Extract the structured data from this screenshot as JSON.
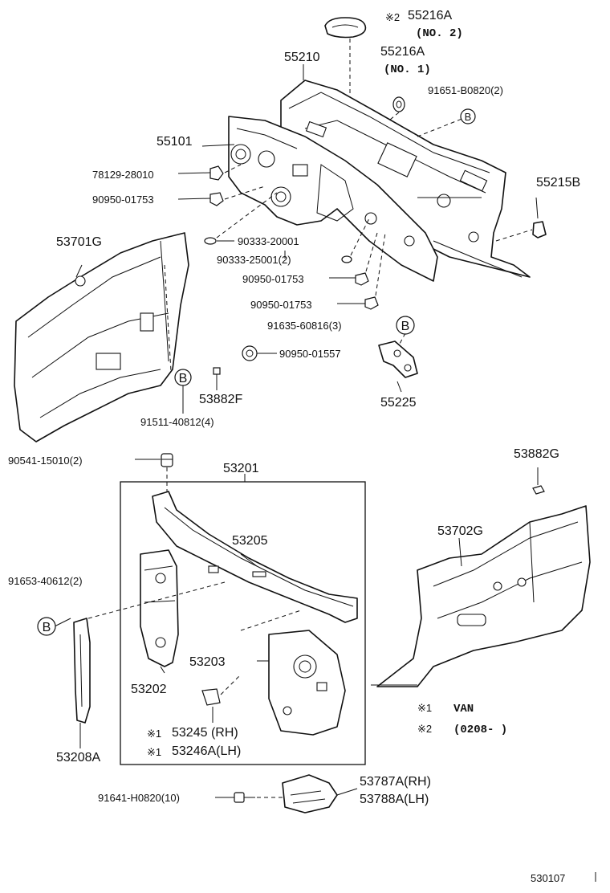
{
  "labels": {
    "p55216A_no2_code": "55216A",
    "p55216A_no2_note": "(NO. 2)",
    "p55216A_no2_mark": "※2",
    "p55216A_no1_code": "55216A",
    "p55216A_no1_note": "(NO. 1)",
    "p55210": "55210",
    "p91651": "91651-B0820(2)",
    "p55101": "55101",
    "p78129": "78129-28010",
    "p90950_a": "90950-01753",
    "p55215B": "55215B",
    "p53701G": "53701G",
    "p90333_20001": "90333-20001",
    "p90333_25001": "90333-25001(2)",
    "p90950_b": "90950-01753",
    "p90950_c": "90950-01753",
    "p91635": "91635-60816(3)",
    "p90950_01557": "90950-01557",
    "p53882F": "53882F",
    "p55225": "55225",
    "p91511": "91511-40812(4)",
    "p90541": "90541-15010(2)",
    "p53201": "53201",
    "p53882G": "53882G",
    "p53205": "53205",
    "p53702G": "53702G",
    "p91653": "91653-40612(2)",
    "p53203": "53203",
    "p53202": "53202",
    "p53245_mark": "※1",
    "p53245": "53245 (RH)",
    "p53246A_mark": "※1",
    "p53246A": "53246A(LH)",
    "p53208A": "53208A",
    "p91641": "91641-H0820(10)",
    "p53787A": "53787A(RH)",
    "p53788A": "53788A(LH)",
    "ref_b": "B",
    "figure_no": "530107"
  },
  "legend": [
    {
      "mark": "※1",
      "text": "VAN"
    },
    {
      "mark": "※2",
      "text": "(0208-        )"
    }
  ]
}
